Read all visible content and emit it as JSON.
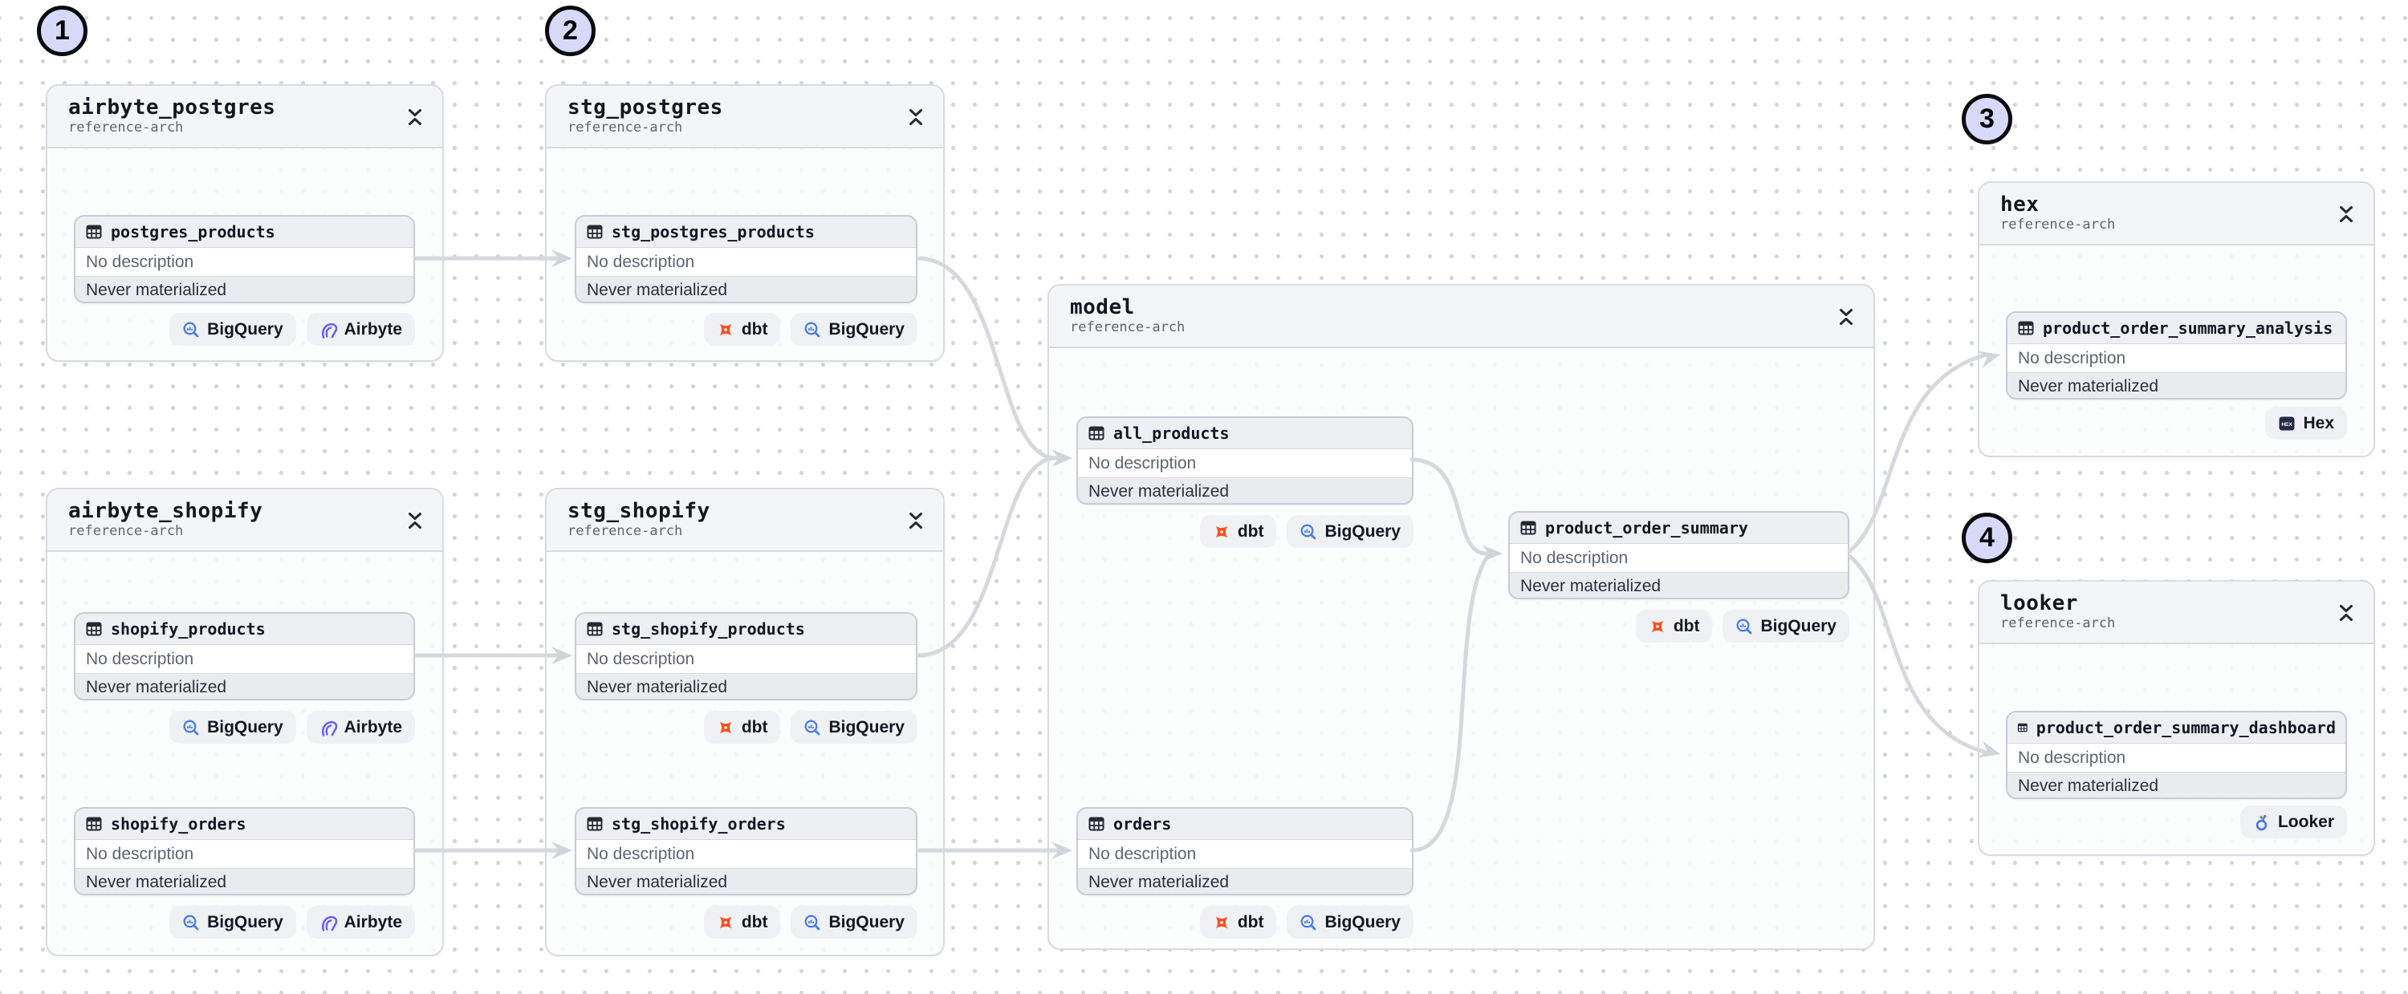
{
  "canvas": {
    "background": "#ffffff",
    "dot_color": "#d3d6dc"
  },
  "annotations": {
    "step_markers": [
      "1",
      "2",
      "3",
      "4"
    ],
    "marker_fill": "#d6d9f8"
  },
  "strings": {
    "no_description": "No description",
    "never_materialized": "Never materialized"
  },
  "badge_types": {
    "dbt": {
      "label": "dbt",
      "color": "#ff4e1f"
    },
    "bigquery": {
      "label": "BigQuery",
      "color": "#4b7de8"
    },
    "airbyte": {
      "label": "Airbyte",
      "color": "#615eff"
    },
    "hex": {
      "label": "Hex",
      "color": "#262b45"
    },
    "looker": {
      "label": "Looker",
      "color": "#4574e8"
    }
  },
  "groups": [
    {
      "title": "airbyte_postgres",
      "subtitle": "reference-arch",
      "assets": [
        {
          "name": "postgres_products",
          "badges": [
            "bigquery",
            "airbyte"
          ]
        }
      ]
    },
    {
      "title": "airbyte_shopify",
      "subtitle": "reference-arch",
      "assets": [
        {
          "name": "shopify_products",
          "badges": [
            "bigquery",
            "airbyte"
          ]
        },
        {
          "name": "shopify_orders",
          "badges": [
            "bigquery",
            "airbyte"
          ]
        }
      ]
    },
    {
      "title": "stg_postgres",
      "subtitle": "reference-arch",
      "assets": [
        {
          "name": "stg_postgres_products",
          "badges": [
            "dbt",
            "bigquery"
          ]
        }
      ]
    },
    {
      "title": "stg_shopify",
      "subtitle": "reference-arch",
      "assets": [
        {
          "name": "stg_shopify_products",
          "badges": [
            "dbt",
            "bigquery"
          ]
        },
        {
          "name": "stg_shopify_orders",
          "badges": [
            "dbt",
            "bigquery"
          ]
        }
      ]
    },
    {
      "title": "model",
      "subtitle": "reference-arch",
      "assets": [
        {
          "name": "all_products",
          "badges": [
            "dbt",
            "bigquery"
          ]
        },
        {
          "name": "product_order_summary",
          "badges": [
            "dbt",
            "bigquery"
          ]
        },
        {
          "name": "orders",
          "badges": [
            "dbt",
            "bigquery"
          ]
        }
      ]
    },
    {
      "title": "hex",
      "subtitle": "reference-arch",
      "assets": [
        {
          "name": "product_order_summary_analysis",
          "badges": [
            "hex"
          ]
        }
      ]
    },
    {
      "title": "looker",
      "subtitle": "reference-arch",
      "assets": [
        {
          "name": "product_order_summary_dashboard",
          "badges": [
            "looker"
          ]
        }
      ]
    }
  ],
  "edges": [
    {
      "from": "postgres_products",
      "to": "stg_postgres_products"
    },
    {
      "from": "shopify_products",
      "to": "stg_shopify_products"
    },
    {
      "from": "shopify_orders",
      "to": "stg_shopify_orders"
    },
    {
      "from": "stg_postgres_products",
      "to": "all_products"
    },
    {
      "from": "stg_shopify_products",
      "to": "all_products"
    },
    {
      "from": "stg_shopify_orders",
      "to": "orders"
    },
    {
      "from": "all_products",
      "to": "product_order_summary"
    },
    {
      "from": "orders",
      "to": "product_order_summary"
    },
    {
      "from": "product_order_summary",
      "to": "product_order_summary_analysis"
    },
    {
      "from": "product_order_summary",
      "to": "product_order_summary_dashboard"
    }
  ]
}
